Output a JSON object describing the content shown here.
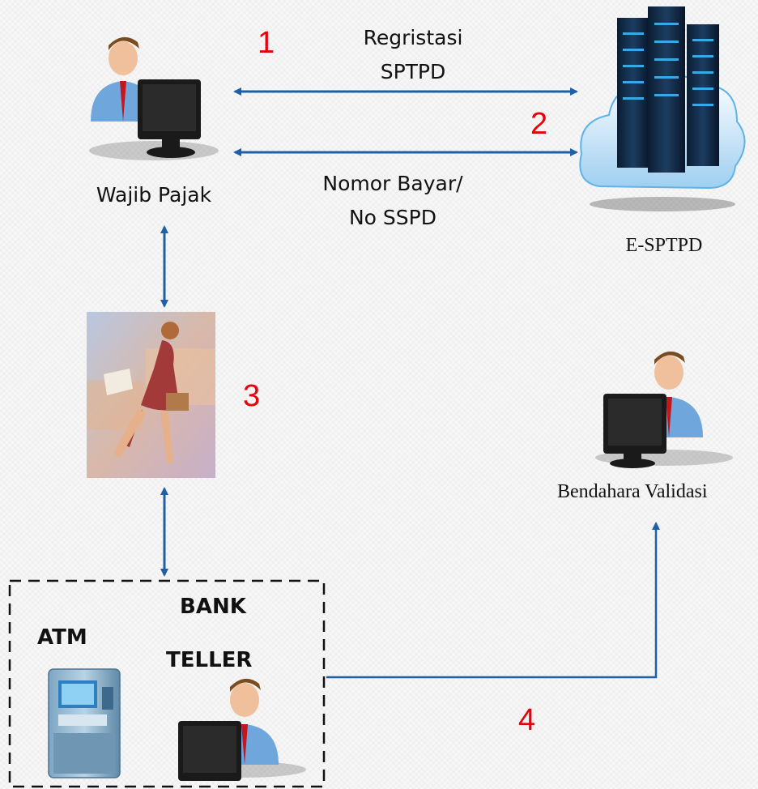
{
  "nodes": {
    "wajib_pajak": "Wajib Pajak",
    "esptpd": "E-SPTPD",
    "bendahara": "Bendahara Validasi",
    "bank": "BANK",
    "atm": "ATM",
    "teller": "TELLER"
  },
  "edges": {
    "e1_line1": "Regristasi",
    "e1_line2": "SPTPD",
    "e2_line1": "Nomor Bayar/",
    "e2_line2": "No SSPD"
  },
  "steps": {
    "s1": "1",
    "s2": "2",
    "s3": "3",
    "s4": "4"
  },
  "colors": {
    "arrow": "#1f5fa8",
    "step_number": "#e8000b"
  }
}
